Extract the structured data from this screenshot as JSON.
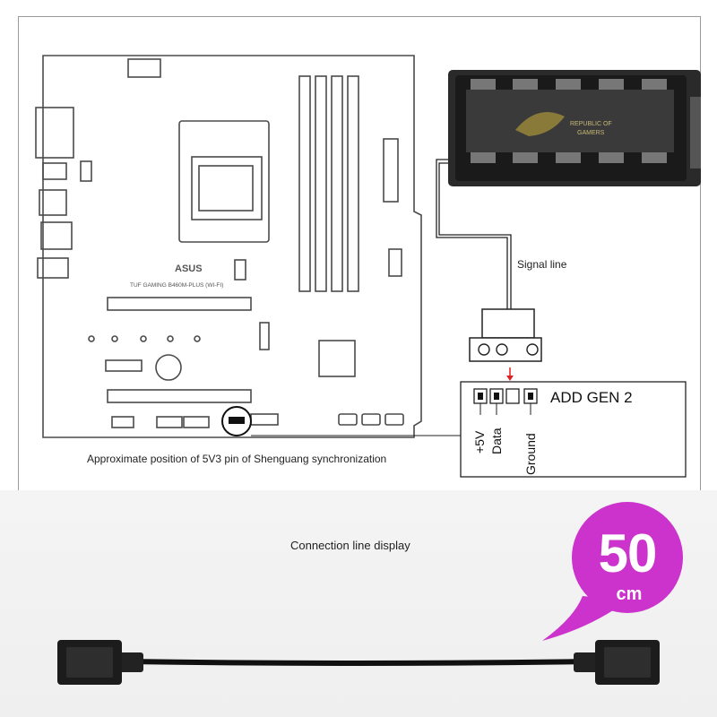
{
  "board": {
    "brand": "ASUS",
    "model": "TUF GAMING B460M-PLUS (WI-FI)"
  },
  "hub": {
    "logo_text_1": "REPUBLIC OF",
    "logo_text_2": "GAMERS"
  },
  "labels": {
    "signal_line": "Signal line",
    "header_name": "ADD GEN 2",
    "pin_5v": "+5V",
    "pin_data": "Data",
    "pin_ground": "Ground",
    "caption": "Approximate position of 5V3 pin of Shenguang synchronization",
    "connection_display": "Connection line display"
  },
  "badge": {
    "value": "50",
    "unit": "cm",
    "color": "#cc33cc"
  },
  "colors": {
    "arrow": "#dd2222",
    "line": "#222222",
    "board_line": "#4a4a4a"
  }
}
